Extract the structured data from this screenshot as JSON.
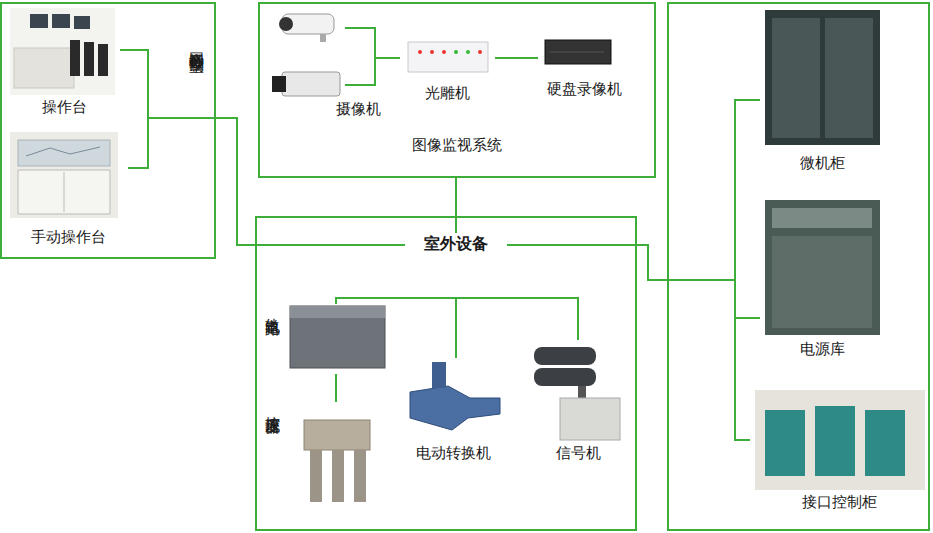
{
  "diagram": {
    "nodes": [
      {
        "text": [
          "网络远程控制室"
        ]
      },
      {
        "text": [
          "操作台"
        ],
        "in": 0
      },
      {
        "text": [
          "手动操作台"
        ],
        "in": 0
      },
      {
        "text": [
          "图像监视系统"
        ]
      },
      {
        "text": [
          "摄像机"
        ],
        "in": 3
      },
      {
        "text": [
          "光雕机"
        ],
        "in": 3
      },
      {
        "text": [
          "硬盘录像机"
        ],
        "in": 3
      },
      {
        "text": [
          "室外设备"
        ]
      },
      {
        "text": [
          "轨道电路"
        ],
        "in": 7
      },
      {
        "text": [
          "控流变压器"
        ],
        "in": 7
      },
      {
        "text": [
          "电动转换机"
        ],
        "in": 7
      },
      {
        "text": [
          "信号机"
        ],
        "in": 7
      },
      {
        "text": []
      },
      {
        "text": [
          "微机柜"
        ],
        "in": 12
      },
      {
        "text": [
          "电源库"
        ],
        "in": 12
      },
      {
        "text": [
          "接口控制柜"
        ],
        "in": 12
      }
    ],
    "edges": [
      {
        "from": 1,
        "to": 7,
        "arrow": "none"
      },
      {
        "from": 2,
        "to": 7,
        "arrow": "none"
      },
      {
        "from": 4,
        "to": 5,
        "arrow": "none"
      },
      {
        "from": 5,
        "to": 6,
        "arrow": "none"
      },
      {
        "from": 3,
        "to": 7,
        "arrow": "none"
      },
      {
        "from": 7,
        "to": 8,
        "arrow": "none"
      },
      {
        "from": 7,
        "to": 10,
        "arrow": "none"
      },
      {
        "from": 7,
        "to": 11,
        "arrow": "none"
      },
      {
        "from": 8,
        "to": 9,
        "arrow": "none"
      },
      {
        "from": 7,
        "to": 13,
        "arrow": "none"
      },
      {
        "from": 7,
        "to": 14,
        "arrow": "none"
      },
      {
        "from": 7,
        "to": 15,
        "arrow": "none"
      }
    ]
  }
}
